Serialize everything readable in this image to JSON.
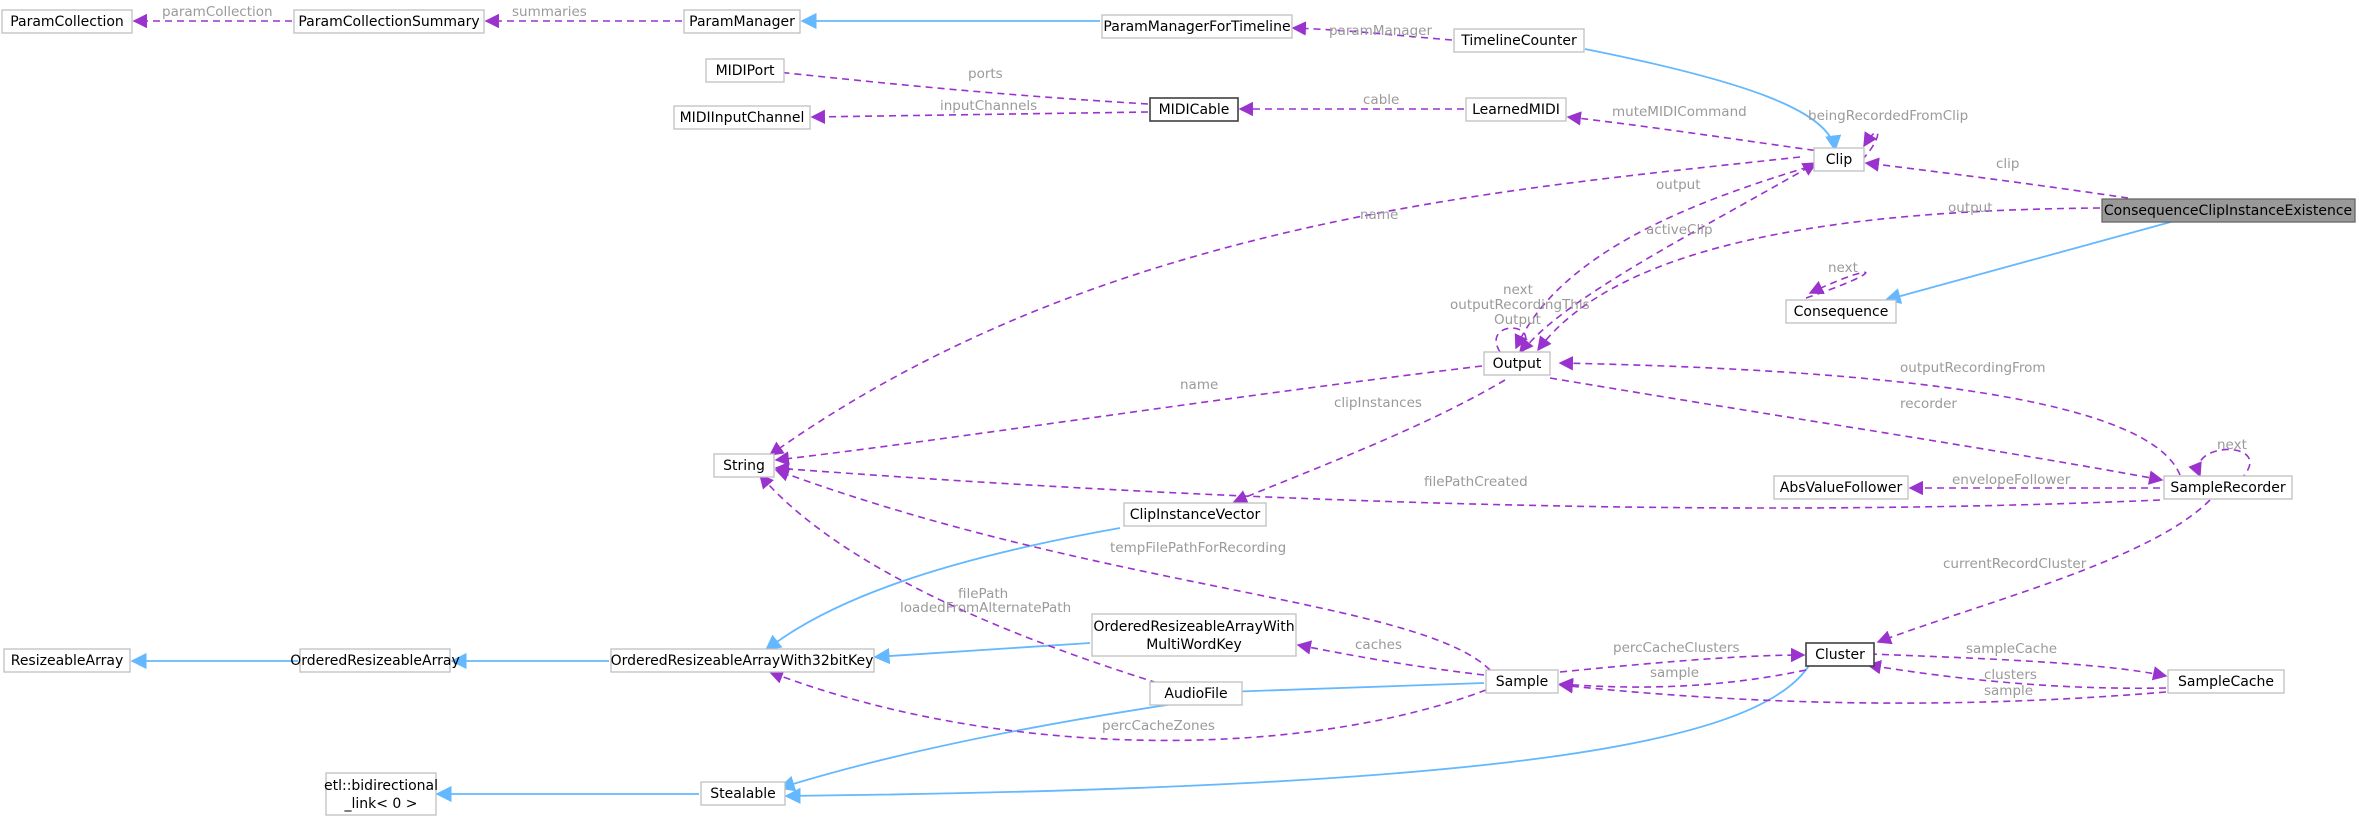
{
  "diagram": {
    "nodes": {
      "ParamCollection": "ParamCollection",
      "ParamCollectionSummary": "ParamCollectionSummary",
      "ParamManager": "ParamManager",
      "ParamManagerForTimeline": "ParamManagerForTimeline",
      "TimelineCounter": "TimelineCounter",
      "MIDIPort": "MIDIPort",
      "MIDIInputChannel": "MIDIInputChannel",
      "MIDICable": "MIDICable",
      "LearnedMIDI": "LearnedMIDI",
      "Clip": "Clip",
      "ConsequenceClipInstanceExistence": "ConsequenceClipInstanceExistence",
      "Consequence": "Consequence",
      "Output": "Output",
      "String": "String",
      "ClipInstanceVector": "ClipInstanceVector",
      "AbsValueFollower": "AbsValueFollower",
      "SampleRecorder": "SampleRecorder",
      "ResizeableArray": "ResizeableArray",
      "OrderedResizeableArray": "OrderedResizeableArray",
      "OrderedResizeableArrayWith32bitKey": "OrderedResizeableArrayWith32bitKey",
      "OrderedResizeableArrayWithMultiWordKey_1": "OrderedResizeableArrayWith",
      "OrderedResizeableArrayWithMultiWordKey_2": "MultiWordKey",
      "Cluster": "Cluster",
      "SampleCache": "SampleCache",
      "AudioFile": "AudioFile",
      "Sample": "Sample",
      "BidirectionalLink_1": "etl::bidirectional",
      "BidirectionalLink_2": "_link< 0 >",
      "Stealable": "Stealable"
    },
    "edge_labels": {
      "paramCollection": "paramCollection",
      "summaries": "summaries",
      "paramManager": "paramManager",
      "ports": "ports",
      "inputChannels": "inputChannels",
      "cable": "cable",
      "muteMIDICommand": "muteMIDICommand",
      "beingRecordedFromClip": "beingRecordedFromClip",
      "clip": "clip",
      "output_top": "output",
      "output_right": "output",
      "activeClip": "activeClip",
      "name_top": "name",
      "name_mid": "name",
      "next_consequence": "next",
      "next_output": "next",
      "outputRecordingThis_1": "outputRecordingThis",
      "outputRecordingThis_2": "Output",
      "clipInstances": "clipInstances",
      "outputRecordingFrom": "outputRecordingFrom",
      "recorder": "recorder",
      "filePathCreated": "filePathCreated",
      "envelopeFollower": "envelopeFollower",
      "next_recorder": "next",
      "tempFilePathForRecording": "tempFilePathForRecording",
      "currentRecordCluster": "currentRecordCluster",
      "filePath_1": "filePath",
      "filePath_2": "loadedFromAlternatePath",
      "caches": "caches",
      "percCacheClusters": "percCacheClusters",
      "sampleCache": "sampleCache",
      "sample_cluster": "sample",
      "clusters": "clusters",
      "sample_cache": "sample",
      "percCacheZones": "percCacheZones"
    }
  },
  "colors": {
    "inheritance_edge": "#63b8ff",
    "usage_edge": "#9a32cd",
    "label_text": "#9a9a9a",
    "focus_node_fill": "#999999"
  }
}
